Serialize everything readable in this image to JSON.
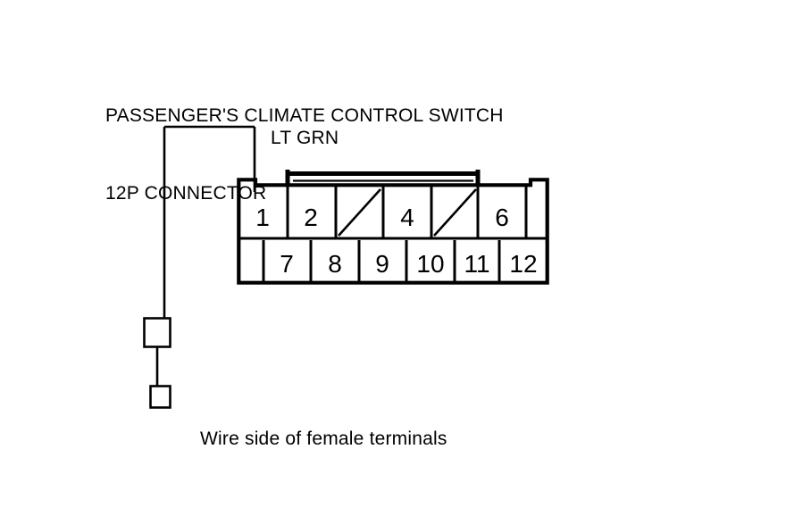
{
  "diagram": {
    "title_lines": [
      "PASSENGER'S CLIMATE CONTROL SWITCH",
      "12P CONNECTOR"
    ],
    "wire_label": "LT GRN",
    "caption": "Wire side of female terminals",
    "line_color": "#000000",
    "background_color": "#ffffff",
    "connector": {
      "type": "12P",
      "top_row": [
        {
          "id": "1",
          "label": "1",
          "kind": "numbered"
        },
        {
          "id": "2",
          "label": "2",
          "kind": "numbered"
        },
        {
          "id": "3",
          "label": "",
          "kind": "blocked"
        },
        {
          "id": "4",
          "label": "4",
          "kind": "numbered"
        },
        {
          "id": "5",
          "label": "",
          "kind": "blocked"
        },
        {
          "id": "6",
          "label": "6",
          "kind": "numbered"
        }
      ],
      "bottom_row": [
        {
          "id": "7",
          "label": "7",
          "kind": "numbered"
        },
        {
          "id": "8",
          "label": "8",
          "kind": "numbered"
        },
        {
          "id": "9",
          "label": "9",
          "kind": "numbered"
        },
        {
          "id": "10",
          "label": "10",
          "kind": "numbered"
        },
        {
          "id": "11",
          "label": "11",
          "kind": "numbered"
        },
        {
          "id": "12",
          "label": "12",
          "kind": "numbered"
        }
      ]
    },
    "wire": {
      "color_code": "LT GRN",
      "from_terminal": "1",
      "terminal_boxes": 2
    }
  }
}
